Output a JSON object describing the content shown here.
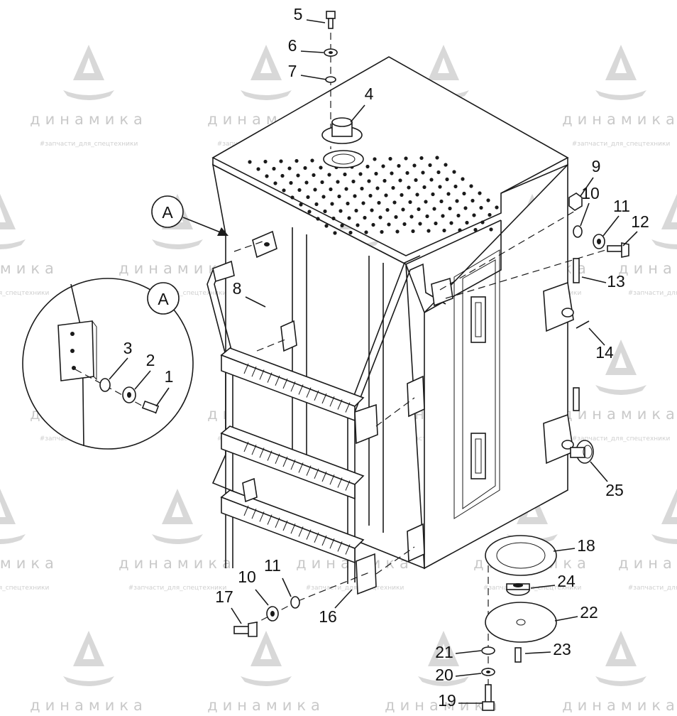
{
  "watermark": {
    "brand": "динамика",
    "tagline": "#запчасти_для_спецтехники"
  },
  "detail_label": "A",
  "callouts": [
    "1",
    "2",
    "3",
    "4",
    "5",
    "6",
    "7",
    "8",
    "9",
    "10",
    "11",
    "12",
    "13",
    "14",
    "16",
    "17",
    "10",
    "11",
    "18",
    "19",
    "20",
    "21",
    "22",
    "23",
    "24",
    "25"
  ]
}
